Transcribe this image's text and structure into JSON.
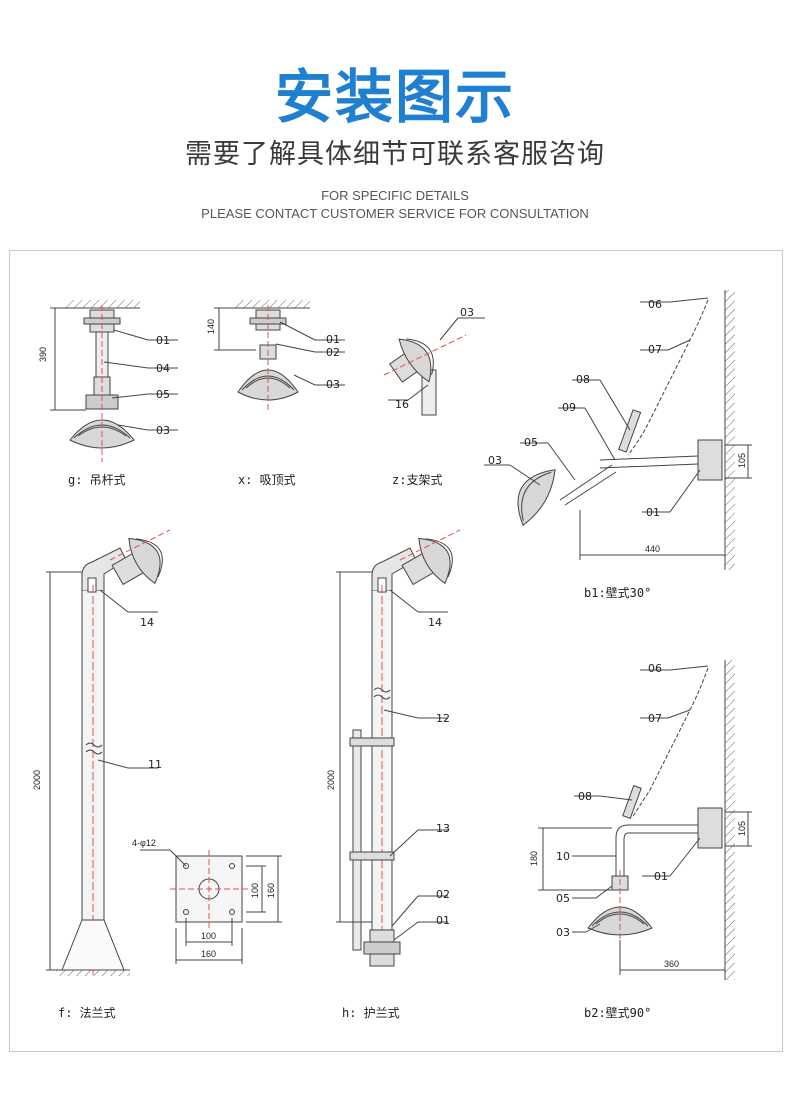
{
  "header": {
    "title": "安装图示",
    "subtitle": "需要了解具体细节可联系客服咨询",
    "english_line1": "FOR SPECIFIC DETAILS",
    "english_line2": "PLEASE CONTACT CUSTOMER SERVICE FOR CONSULTATION"
  },
  "captions": {
    "g": "g: 吊杆式",
    "x": "x: 吸顶式",
    "z": "z:支架式",
    "b1": "b1:壁式30°",
    "f": "f: 法兰式",
    "h": "h: 护兰式",
    "b2": "b2:壁式90°"
  },
  "parts": {
    "p01": "01",
    "p02": "02",
    "p03": "03",
    "p04": "04",
    "p05": "05",
    "p06": "06",
    "p07": "07",
    "p08": "08",
    "p09": "09",
    "p10": "10",
    "p11": "11",
    "p12": "12",
    "p13": "13",
    "p14": "14",
    "p16": "16"
  },
  "dimensions": {
    "g_height": "390",
    "x_height": "140",
    "b1_width": "440",
    "b1_height": "105",
    "pole_height": "2000",
    "flange_holes": "4-φ12",
    "flange_100_v": "100",
    "flange_160_v": "160",
    "flange_100_h": "100",
    "flange_160_h": "160",
    "b2_height_180": "180",
    "b2_height_105": "105",
    "b2_width": "360"
  },
  "colors": {
    "title": "#1f7fd0",
    "line": "#444444",
    "centerline": "#e05050"
  }
}
